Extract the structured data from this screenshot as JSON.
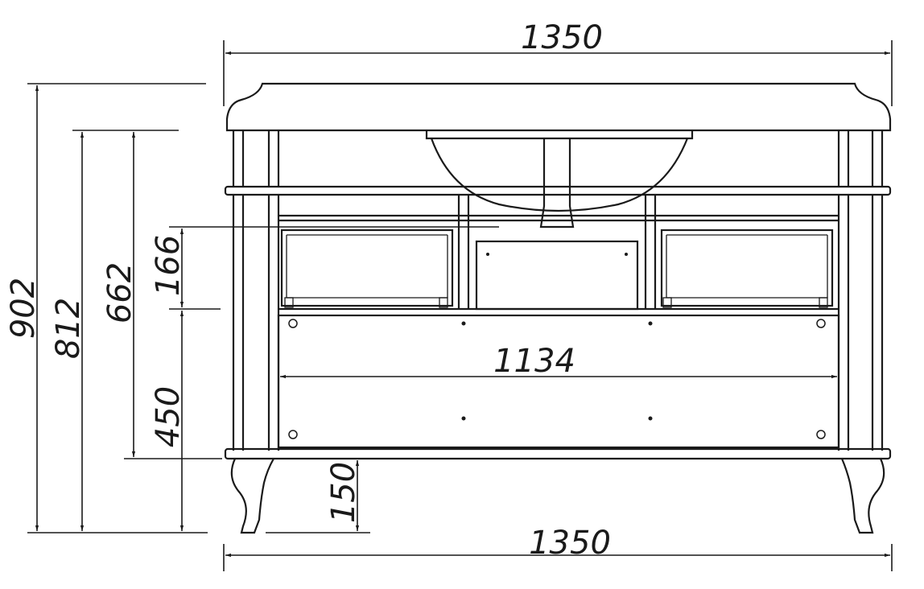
{
  "dimensions": {
    "overall_width_top": "1350",
    "overall_width_bottom": "1350",
    "total_height": "902",
    "height_to_counter": "812",
    "height_lower_frame": "662",
    "drawer_height": "166",
    "lower_panel_height": "450",
    "leg_height": "150",
    "inner_width": "1134"
  }
}
